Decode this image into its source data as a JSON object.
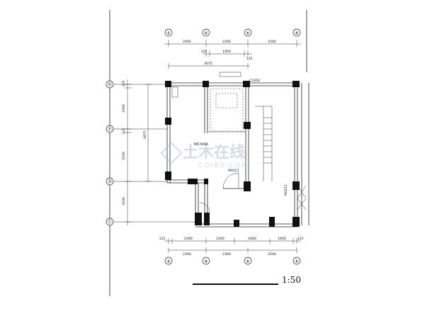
{
  "drawing": {
    "scale_label": "1:50",
    "room_label": "NO.0/4A",
    "door_labels": [
      "M0221",
      "M0221"
    ],
    "window_labels": [
      "C1818"
    ],
    "axes_top": [
      "⑤",
      "⑥",
      "⑥",
      "⑧"
    ],
    "axes_bottom": [
      "⑤",
      "⑥",
      "⑥",
      "⑧"
    ],
    "axes_left": [
      "Ⓗ",
      "Ⓔ",
      "Ⓓ",
      "Ⓒ"
    ],
    "dims_top_row1": [
      "2000",
      "2200",
      "2500"
    ],
    "dims_top_row2": [
      "125",
      "1950",
      "125"
    ],
    "dims_top_row3": [
      "3075"
    ],
    "dims_bottom_row1": [
      "125",
      "2300",
      "1400",
      "1800",
      "1600",
      "125"
    ],
    "dims_bottom_row2": [
      "2300",
      "2300",
      "2500"
    ],
    "dims_left": [
      "125",
      "2390",
      "125",
      "2500",
      "2100"
    ],
    "dims_left_total": [
      "4875"
    ],
    "watermark_main": "土木在线",
    "watermark_sub": "COIBO.COM"
  }
}
